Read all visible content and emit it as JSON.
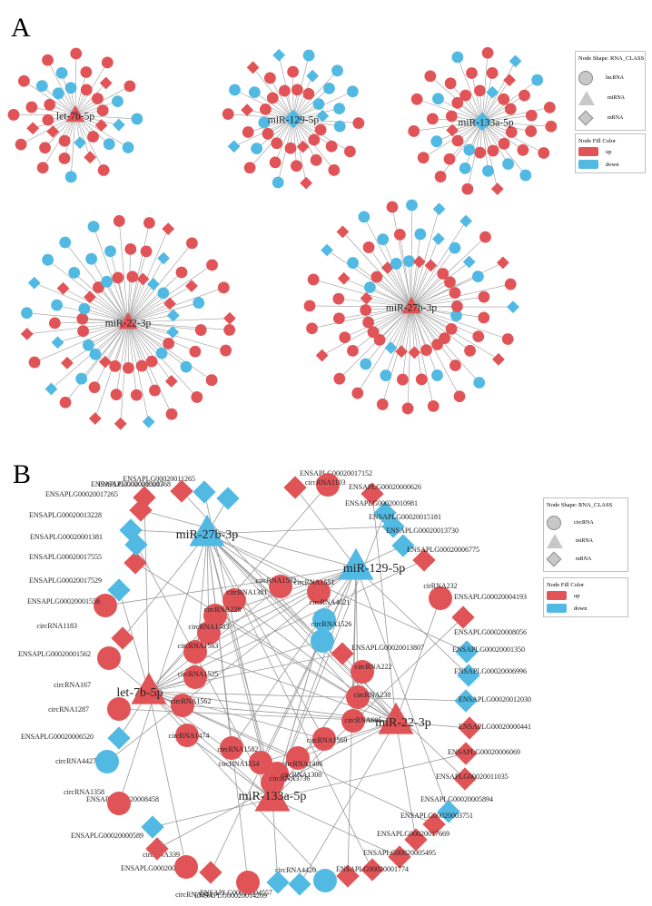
{
  "colors": {
    "up": "#e05457",
    "down": "#52b9e2",
    "edge": "#9a9a9a"
  },
  "legend": {
    "shape_title": "Node Shape:  RNA_CLASS",
    "fill_title": "Node Fill Color",
    "fill": [
      {
        "label": "up",
        "color": "#e05457"
      },
      {
        "label": "down",
        "color": "#52b9e2"
      }
    ]
  },
  "panel_a": {
    "label": "A",
    "legend_shapes": [
      {
        "label": "lncRNA",
        "icon": "circle"
      },
      {
        "label": "miRNA",
        "icon": "triangle"
      },
      {
        "label": "mRNA",
        "icon": "diamond"
      }
    ],
    "hubs": [
      "let-7b-5p",
      "miR-129-5p",
      "miR-133a-5p",
      "miR-22-3p",
      "miR-27b-3p"
    ]
  },
  "panel_b": {
    "label": "B",
    "legend_shapes": [
      {
        "label": "circRNA",
        "icon": "circle"
      },
      {
        "label": "miRNA",
        "icon": "triangle"
      },
      {
        "label": "mRNA",
        "icon": "diamond"
      }
    ],
    "hubs": [
      "miR-27b-3p",
      "miR-129-5p",
      "let-7b-5p",
      "miR-22-3p",
      "miR-133a-5p"
    ],
    "outer_nodes": [
      {
        "id": "ENSAPLG00020011265",
        "shape": "diamond",
        "reg": "down"
      },
      {
        "id": "ENSAPLG00020017152",
        "shape": "diamond",
        "reg": "up"
      },
      {
        "id": "circRNA1103",
        "shape": "circle",
        "reg": "up"
      },
      {
        "id": "ENSAPLG00020000626",
        "shape": "diamond",
        "reg": "up"
      },
      {
        "id": "ENSAPLG00020010981",
        "shape": "diamond",
        "reg": "down"
      },
      {
        "id": "ENSAPLG00020015181",
        "shape": "diamond",
        "reg": "down"
      },
      {
        "id": "ENSAPLG00020013730",
        "shape": "diamond",
        "reg": "down"
      },
      {
        "id": "ENSAPLG00020006775",
        "shape": "diamond",
        "reg": "up"
      },
      {
        "id": "cirRNA232",
        "shape": "circle",
        "reg": "up"
      },
      {
        "id": "ENSAPLG00020004193",
        "shape": "diamond",
        "reg": "up"
      },
      {
        "id": "ENSAPLG00020008056",
        "shape": "diamond",
        "reg": "down"
      },
      {
        "id": "ENSAPLG00020001350",
        "shape": "diamond",
        "reg": "down"
      },
      {
        "id": "ENSAPLG00020006996",
        "shape": "diamond",
        "reg": "down"
      },
      {
        "id": "ENSAPLG00020012030",
        "shape": "diamond",
        "reg": "up"
      },
      {
        "id": "ENSAPLG00020000441",
        "shape": "diamond",
        "reg": "up"
      },
      {
        "id": "ENSAPLG00020006069",
        "shape": "diamond",
        "reg": "up"
      },
      {
        "id": "ENSAPLG00020011035",
        "shape": "diamond",
        "reg": "down"
      },
      {
        "id": "ENSAPLG00020005894",
        "shape": "diamond",
        "reg": "up"
      },
      {
        "id": "ENSAPLG00020003751",
        "shape": "diamond",
        "reg": "up"
      },
      {
        "id": "ENSAPLG00020017669",
        "shape": "diamond",
        "reg": "up"
      },
      {
        "id": "ENSAPLG00020005495",
        "shape": "diamond",
        "reg": "up"
      },
      {
        "id": "ENSAPLG00020001774",
        "shape": "diamond",
        "reg": "up"
      },
      {
        "id": "circRNA4420",
        "shape": "circle",
        "reg": "down"
      },
      {
        "id": "ENSAPLG00020014269",
        "shape": "diamond",
        "reg": "down"
      },
      {
        "id": "ENSAPLG00020004557",
        "shape": "diamond",
        "reg": "down"
      },
      {
        "id": "circRNA341",
        "shape": "circle",
        "reg": "up"
      },
      {
        "id": "ENSAPLG00020012618",
        "shape": "diamond",
        "reg": "up"
      },
      {
        "id": "circRNA339",
        "shape": "circle",
        "reg": "up"
      },
      {
        "id": "ENSAPLG00020000589",
        "shape": "diamond",
        "reg": "up"
      },
      {
        "id": "ENSAPLG00020008458",
        "shape": "diamond",
        "reg": "down"
      },
      {
        "id": "circRNA1358",
        "shape": "circle",
        "reg": "up"
      },
      {
        "id": "circRNA4427",
        "shape": "circle",
        "reg": "down"
      },
      {
        "id": "ENSAPLG00020006520",
        "shape": "diamond",
        "reg": "down"
      },
      {
        "id": "circRNA1287",
        "shape": "circle",
        "reg": "up"
      },
      {
        "id": "circRNA167",
        "shape": "circle",
        "reg": "up"
      },
      {
        "id": "ENSAPLG00020001562",
        "shape": "diamond",
        "reg": "up"
      },
      {
        "id": "circRNA1183",
        "shape": "circle",
        "reg": "up"
      },
      {
        "id": "ENSAPLG00020001558",
        "shape": "diamond",
        "reg": "down"
      },
      {
        "id": "ENSAPLG00020017529",
        "shape": "diamond",
        "reg": "up"
      },
      {
        "id": "ENSAPLG00020017555",
        "shape": "diamond",
        "reg": "down"
      },
      {
        "id": "ENSAPLG00020001381",
        "shape": "diamond",
        "reg": "down"
      },
      {
        "id": "ENSAPLG00020013228",
        "shape": "diamond",
        "reg": "up"
      },
      {
        "id": "ENSAPLG00020017265",
        "shape": "diamond",
        "reg": "up"
      },
      {
        "id": "ENSAPLG00020015207",
        "shape": "diamond",
        "reg": "up"
      },
      {
        "id": "ENSAPLG00020001368",
        "shape": "diamond",
        "reg": "down"
      }
    ],
    "inner_nodes": [
      {
        "id": "circRNA1592",
        "shape": "circle",
        "reg": "up"
      },
      {
        "id": "circRNA1551",
        "shape": "circle",
        "reg": "up"
      },
      {
        "id": "circRNA1381",
        "shape": "circle",
        "reg": "up"
      },
      {
        "id": "circRNA228",
        "shape": "circle",
        "reg": "up"
      },
      {
        "id": "circRNA4021",
        "shape": "circle",
        "reg": "down"
      },
      {
        "id": "circRNA1526",
        "shape": "circle",
        "reg": "down"
      },
      {
        "id": "circRNA1483",
        "shape": "circle",
        "reg": "up"
      },
      {
        "id": "ENSAPLG00020013807",
        "shape": "diamond",
        "reg": "up"
      },
      {
        "id": "circRNA1563",
        "shape": "circle",
        "reg": "up"
      },
      {
        "id": "circRNA222",
        "shape": "circle",
        "reg": "up"
      },
      {
        "id": "circRNA1525",
        "shape": "circle",
        "reg": "up"
      },
      {
        "id": "circRNA238",
        "shape": "circle",
        "reg": "up"
      },
      {
        "id": "circRNA1562",
        "shape": "circle",
        "reg": "up"
      },
      {
        "id": "circRNA605",
        "shape": "circle",
        "reg": "up"
      },
      {
        "id": "circRNA1474",
        "shape": "circle",
        "reg": "up"
      },
      {
        "id": "circRNA1569",
        "shape": "circle",
        "reg": "up"
      },
      {
        "id": "circRNA1582",
        "shape": "circle",
        "reg": "up"
      },
      {
        "id": "circRNA1486",
        "shape": "circle",
        "reg": "up"
      },
      {
        "id": "circRNA1554",
        "shape": "circle",
        "reg": "up"
      },
      {
        "id": "circRNA1300",
        "shape": "circle",
        "reg": "up"
      },
      {
        "id": "circRNA3736",
        "shape": "circle",
        "reg": "up"
      }
    ]
  }
}
